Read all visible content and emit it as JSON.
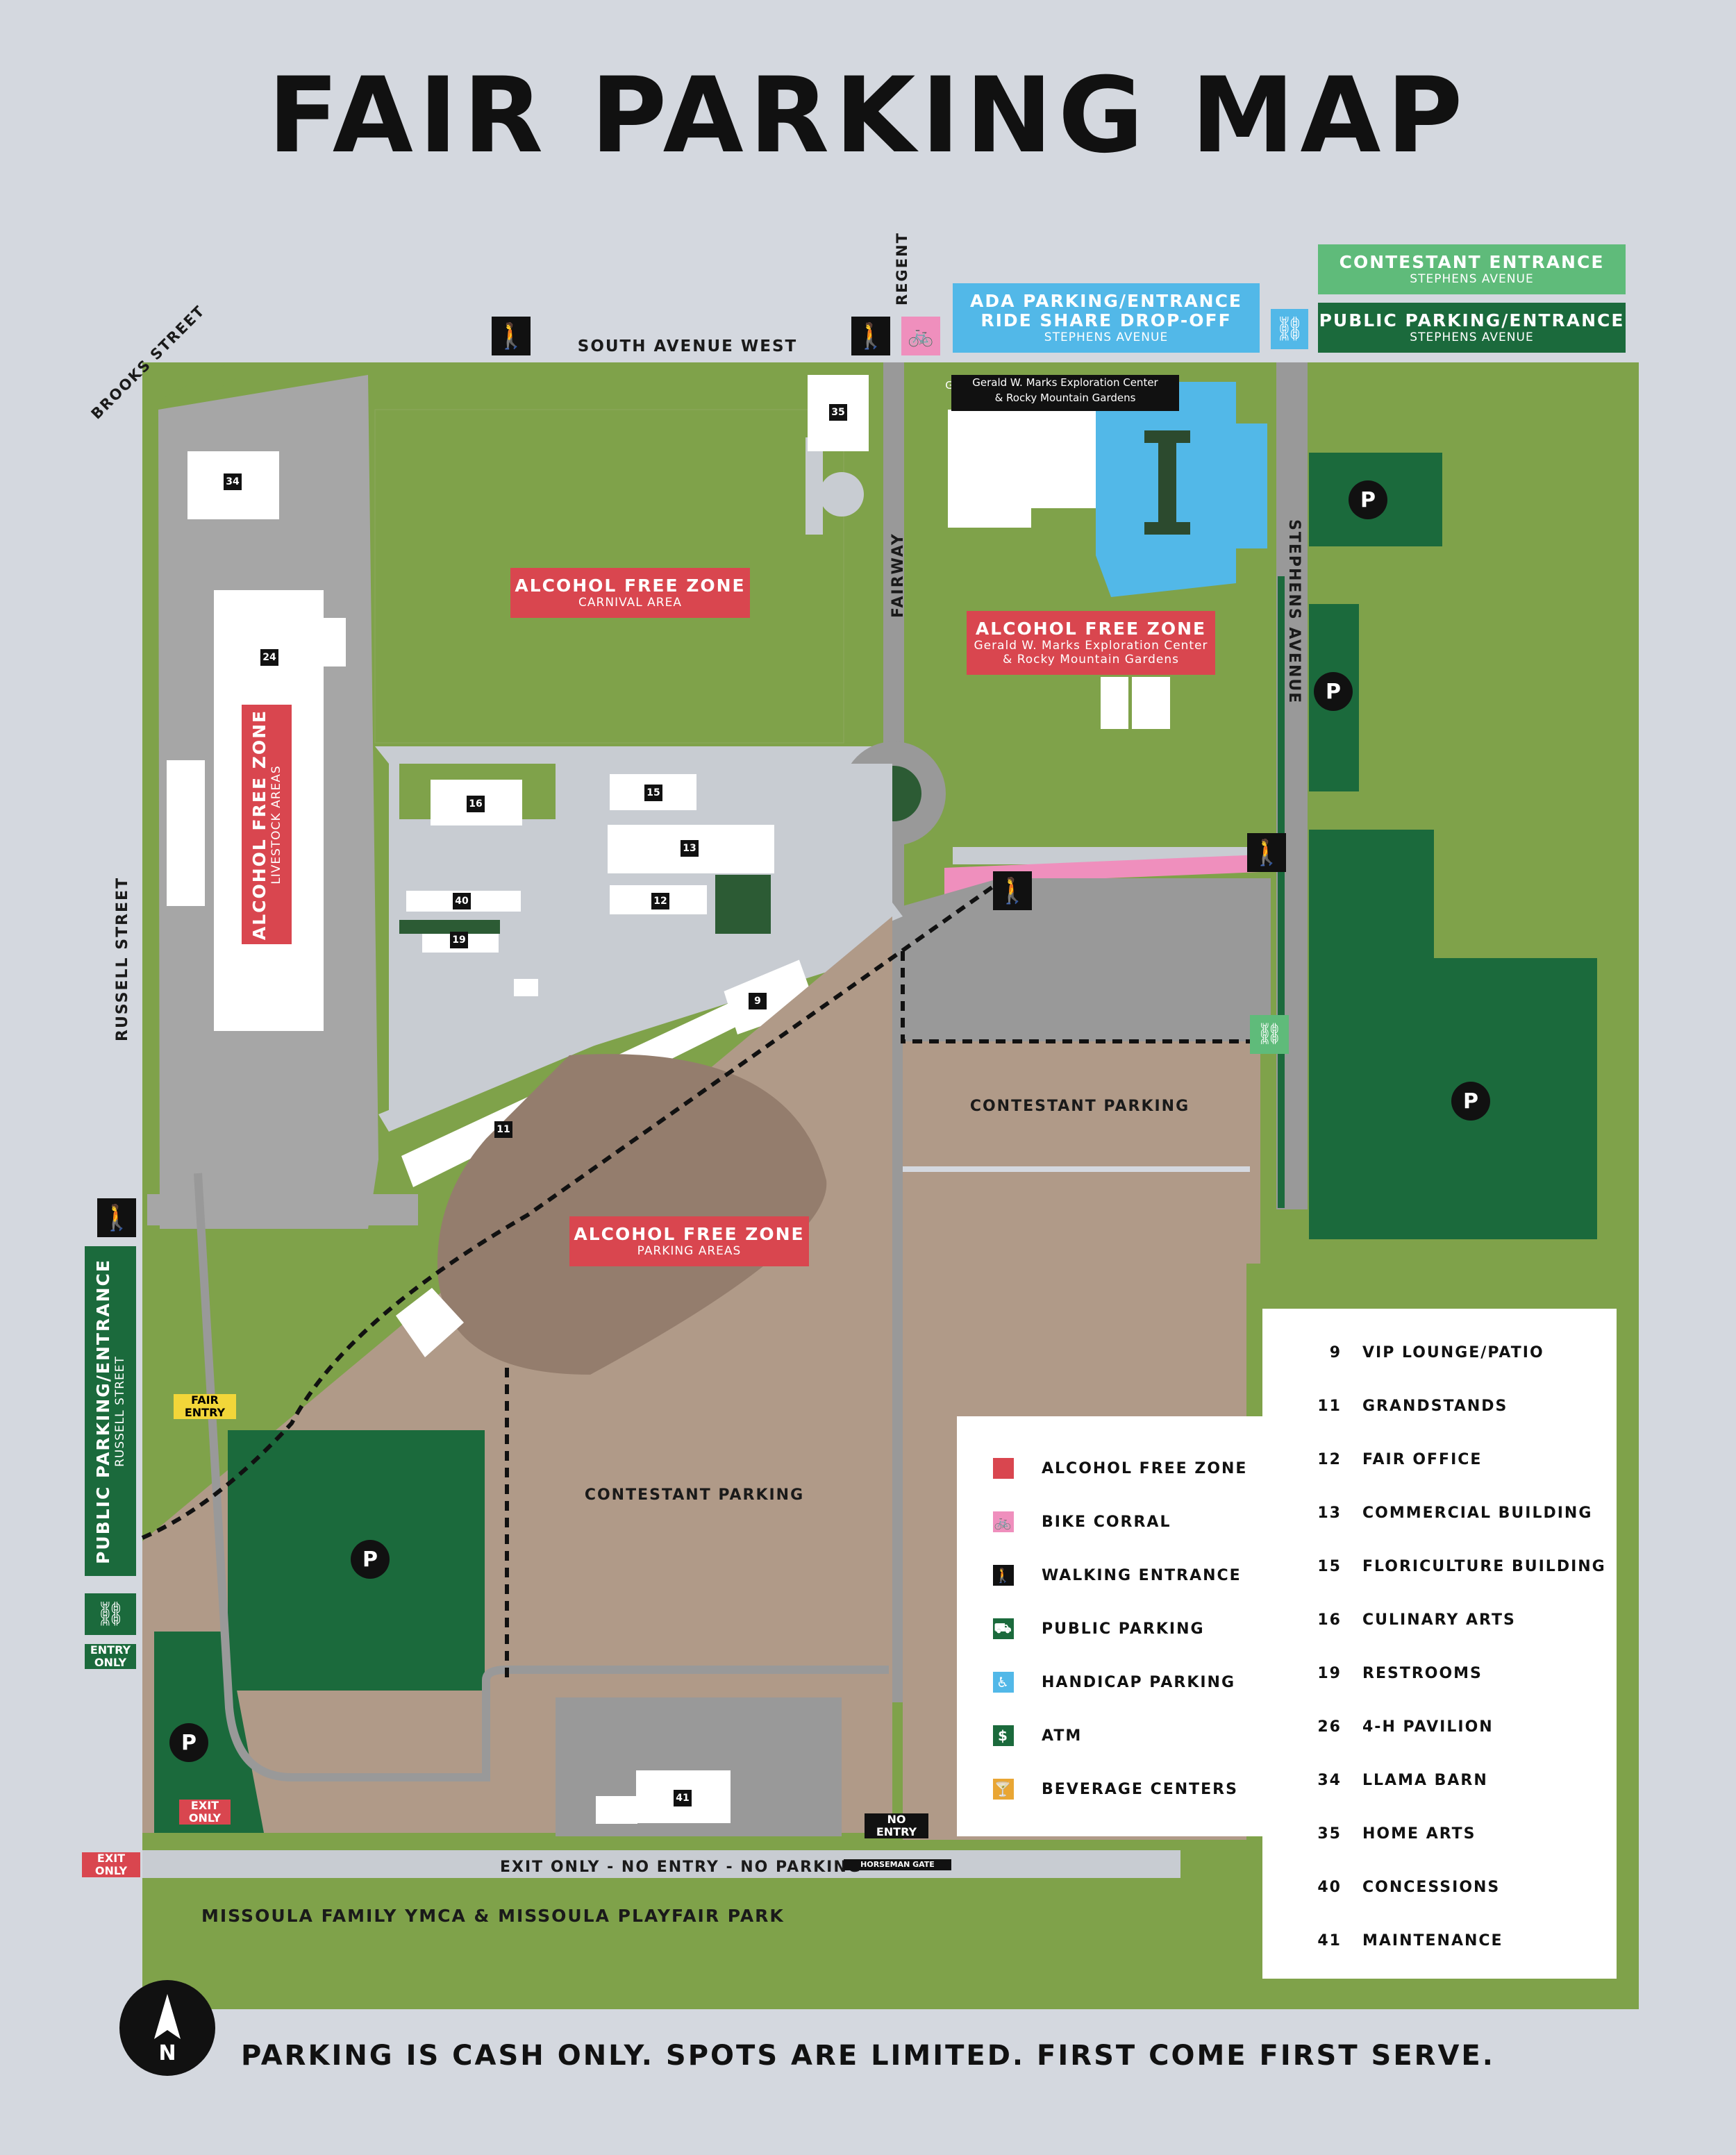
{
  "title": "FAIR PARKING MAP",
  "footer": "PARKING IS CASH ONLY.  SPOTS ARE LIMITED. FIRST COME FIRST SERVE.",
  "colors": {
    "background": "#d4d8df",
    "grass": "#7fa24a",
    "parking_brown": "#b09a88",
    "dirt_track": "#947d6d",
    "public_parking_green": "#1b6a3c",
    "contestant_green": "#5fbb7a",
    "ada_blue": "#52b8e8",
    "alcohol_free_red": "#d9464f",
    "bike_pink": "#ef8fbd",
    "road_gray": "#999999",
    "beverage_orange": "#e9a634"
  },
  "streets": {
    "south_avenue_west": "SOUTH AVENUE WEST",
    "regent": "REGENT",
    "brooks_street": "BROOKS STREET",
    "russell_street": "RUSSELL STREET",
    "stephens_avenue": "STEPHENS AVENUE",
    "fairway": "FAIRWAY",
    "exit_road": "EXIT ONLY - NO ENTRY - NO PARKING",
    "ymca": "MISSOULA FAMILY YMCA & MISSOULA PLAYFAIR PARK"
  },
  "entrances": {
    "contestant": {
      "title": "CONTESTANT ENTRANCE",
      "sub": "STEPHENS AVENUE"
    },
    "public_stephens": {
      "title": "PUBLIC PARKING/ENTRANCE",
      "sub": "STEPHENS AVENUE"
    },
    "ada": {
      "title1": "ADA PARKING/ENTRANCE",
      "title2": "RIDE SHARE DROP-OFF",
      "sub": "STEPHENS AVENUE"
    },
    "public_russell": {
      "title": "PUBLIC PARKING/ENTRANCE",
      "sub": "RUSSELL STREET"
    }
  },
  "zones": {
    "carnival": {
      "title": "ALCOHOL FREE ZONE",
      "sub": "CARNIVAL AREA"
    },
    "exploration": {
      "title": "ALCOHOL FREE ZONE",
      "sub1": "Gerald W. Marks Exploration Center",
      "sub2": "& Rocky Mountain Gardens"
    },
    "livestock": {
      "title": "ALCOHOL FREE ZONE",
      "sub": "LIVESTOCK AREAS"
    },
    "parking": {
      "title": "ALCOHOL FREE ZONE",
      "sub": "PARKING AREAS"
    }
  },
  "place_labels": {
    "exploration_center_1": "Gerald W. Marks Exploration Center",
    "exploration_center_2": "& Rocky Mountain Gardens",
    "contestant_parking_1": "CONTESTANT PARKING",
    "contestant_parking_2": "CONTESTANT PARKING",
    "fair_entry_1": "FAIR",
    "fair_entry_2": "ENTRY",
    "entry_only_1": "ENTRY",
    "entry_only_2": "ONLY",
    "exit_only_1": "EXIT",
    "exit_only_2": "ONLY",
    "no_entry_1": "NO",
    "no_entry_2": "ENTRY",
    "horseman_gate": "HORSEMAN GATE",
    "parking_symbol": "P",
    "atm_symbol": "$",
    "north": "N"
  },
  "building_numbers": [
    "34",
    "24",
    "35",
    "16",
    "15",
    "13",
    "12",
    "40",
    "19",
    "9",
    "11",
    "41"
  ],
  "legend": [
    {
      "label": "ALCOHOL FREE ZONE",
      "icon": "red-square",
      "color": "#d9464f"
    },
    {
      "label": "BIKE CORRAL",
      "icon": "bike-icon",
      "color": "#ef8fbd"
    },
    {
      "label": "WALKING ENTRANCE",
      "icon": "walking-person-icon",
      "color": "#111111"
    },
    {
      "label": "PUBLIC PARKING",
      "icon": "car-icon",
      "color": "#1b6a3c"
    },
    {
      "label": "HANDICAP PARKING",
      "icon": "wheelchair-icon",
      "color": "#52b8e8"
    },
    {
      "label": "ATM",
      "icon": "dollar-icon",
      "color": "#1b6a3c"
    },
    {
      "label": "BEVERAGE CENTERS",
      "icon": "cocktail-icon",
      "color": "#e9a634"
    }
  ],
  "key": [
    {
      "num": "9",
      "name": "VIP LOUNGE/PATIO"
    },
    {
      "num": "11",
      "name": "GRANDSTANDS"
    },
    {
      "num": "12",
      "name": "FAIR OFFICE"
    },
    {
      "num": "13",
      "name": "COMMERCIAL BUILDING"
    },
    {
      "num": "15",
      "name": "FLORICULTURE BUILDING"
    },
    {
      "num": "16",
      "name": "CULINARY ARTS"
    },
    {
      "num": "19",
      "name": "RESTROOMS"
    },
    {
      "num": "26",
      "name": "4-H PAVILION"
    },
    {
      "num": "34",
      "name": "LLAMA BARN"
    },
    {
      "num": "35",
      "name": "HOME ARTS"
    },
    {
      "num": "40",
      "name": "CONCESSIONS"
    },
    {
      "num": "41",
      "name": "MAINTENANCE"
    }
  ]
}
